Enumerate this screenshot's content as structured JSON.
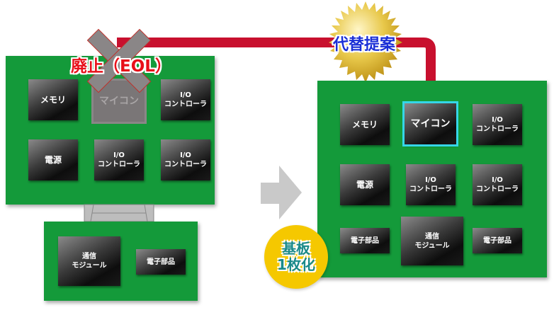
{
  "old_design": {
    "status_label": "廃止（EOL）",
    "main_board": {
      "chips": [
        {
          "label": "メモリ"
        },
        {
          "label": "マイコン",
          "state": "discontinued"
        },
        {
          "label": "I/O\nコントローラ"
        },
        {
          "label": "電源"
        },
        {
          "label": "I/O\nコントローラ"
        },
        {
          "label": "I/O\nコントローラ"
        }
      ]
    },
    "sub_board": {
      "chips": [
        {
          "label": "通信\nモジュール"
        },
        {
          "label": "電子部品"
        }
      ]
    }
  },
  "replacement_badge": {
    "label": "代替提案"
  },
  "new_design": {
    "chips": [
      {
        "label": "メモリ"
      },
      {
        "label": "マイコン",
        "state": "replaced"
      },
      {
        "label": "I/O\nコントローラ"
      },
      {
        "label": "電源"
      },
      {
        "label": "I/O\nコントローラ"
      },
      {
        "label": "I/O\nコントローラ"
      },
      {
        "label": "電子部品"
      },
      {
        "label": "通信\nモジュール"
      },
      {
        "label": "電子部品"
      }
    ]
  },
  "consolidation_badge": {
    "line1": "基板",
    "line2": "1枚化"
  },
  "colors": {
    "board_green": "#149a3a",
    "arrow_red": "#c8102e",
    "highlight_cyan": "#35d6e8",
    "eol_red": "#e8101a",
    "badge_blue": "#1a2fd6",
    "badge_gold": "#e8c84a",
    "circle_yellow": "#f5c800",
    "circle_text_teal": "#1a8a8a"
  }
}
